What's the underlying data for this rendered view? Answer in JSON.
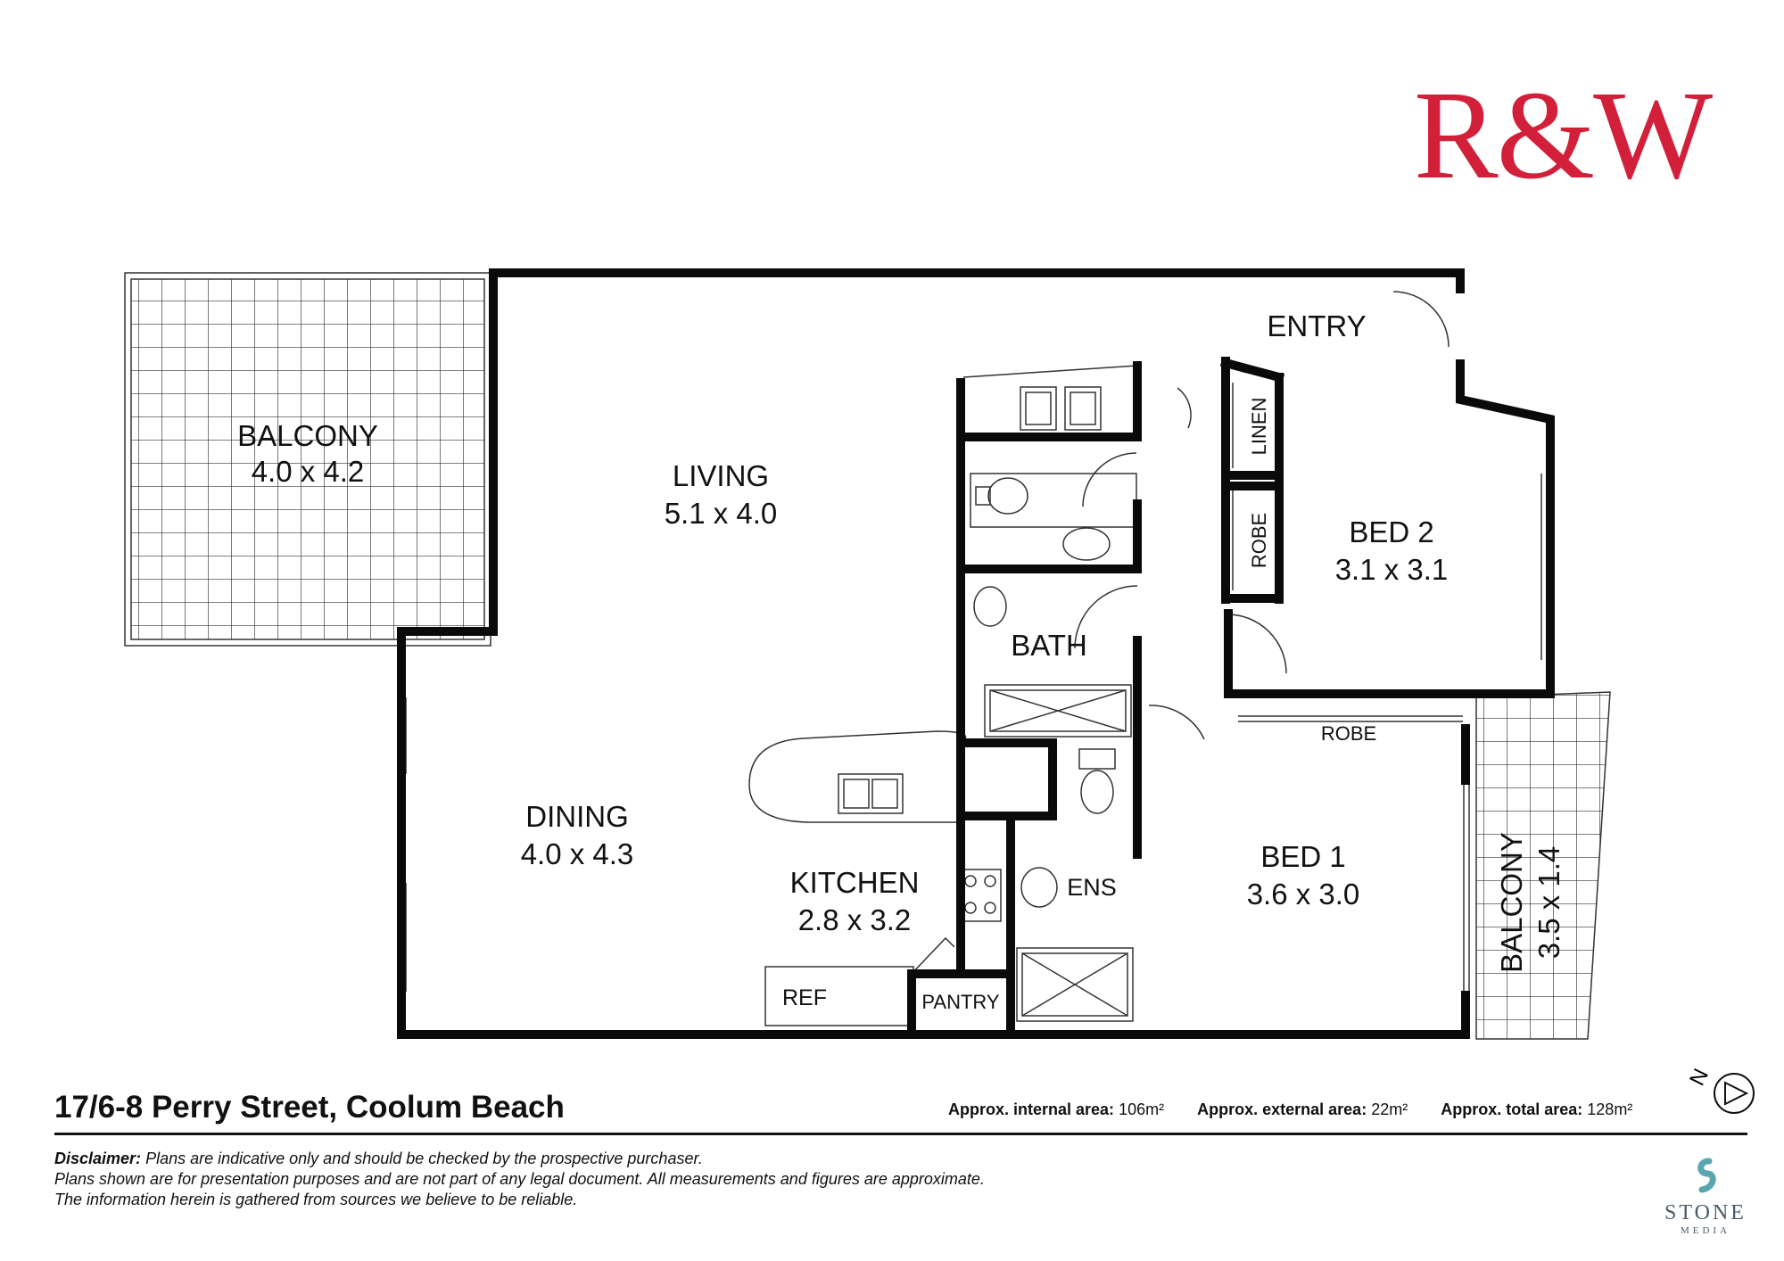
{
  "brand": {
    "logo_text": "R&W",
    "logo_color": "#d3203a"
  },
  "rooms": {
    "entry": {
      "name": "ENTRY"
    },
    "living": {
      "name": "LIVING",
      "dims": "5.1 x 4.0"
    },
    "balcony_main": {
      "name": "BALCONY",
      "dims": "4.0 x 4.2"
    },
    "bed2": {
      "name": "BED 2",
      "dims": "3.1 x 3.1"
    },
    "linen": {
      "name": "LINEN"
    },
    "robe_bed2": {
      "name": "ROBE"
    },
    "bath": {
      "name": "BATH"
    },
    "robe_bed1": {
      "name": "ROBE"
    },
    "dining": {
      "name": "DINING",
      "dims": "4.0 x 4.3"
    },
    "kitchen": {
      "name": "KITCHEN",
      "dims": "2.8 x 3.2"
    },
    "ens": {
      "name": "ENS"
    },
    "bed1": {
      "name": "BED 1",
      "dims": "3.6 x 3.0"
    },
    "balcony_small": {
      "name": "BALCONY",
      "dims": "3.5 x 1.4"
    },
    "ref": {
      "name": "REF"
    },
    "pantry": {
      "name": "PANTRY"
    }
  },
  "compass": {
    "label": "N"
  },
  "footer": {
    "address": "17/6-8 Perry Street, Coolum Beach",
    "areas": [
      {
        "label": "Approx. internal area:",
        "value": "106m²"
      },
      {
        "label": "Approx.  external area:",
        "value": "22m²"
      },
      {
        "label": "Approx. total area:",
        "value": "128m²"
      }
    ],
    "disclaimer_label": "Disclaimer:",
    "disclaimer_lines": [
      "Plans are indicative only and should be checked by the prospective purchaser.",
      "Plans shown are for presentation purposes and are not part of any legal document. All measurements and figures are approximate.",
      "The information herein is gathered from sources we believe to be reliable."
    ]
  },
  "credit": {
    "name": "STONE",
    "sub": "MEDIA",
    "accent_color": "#5aa6b0"
  }
}
